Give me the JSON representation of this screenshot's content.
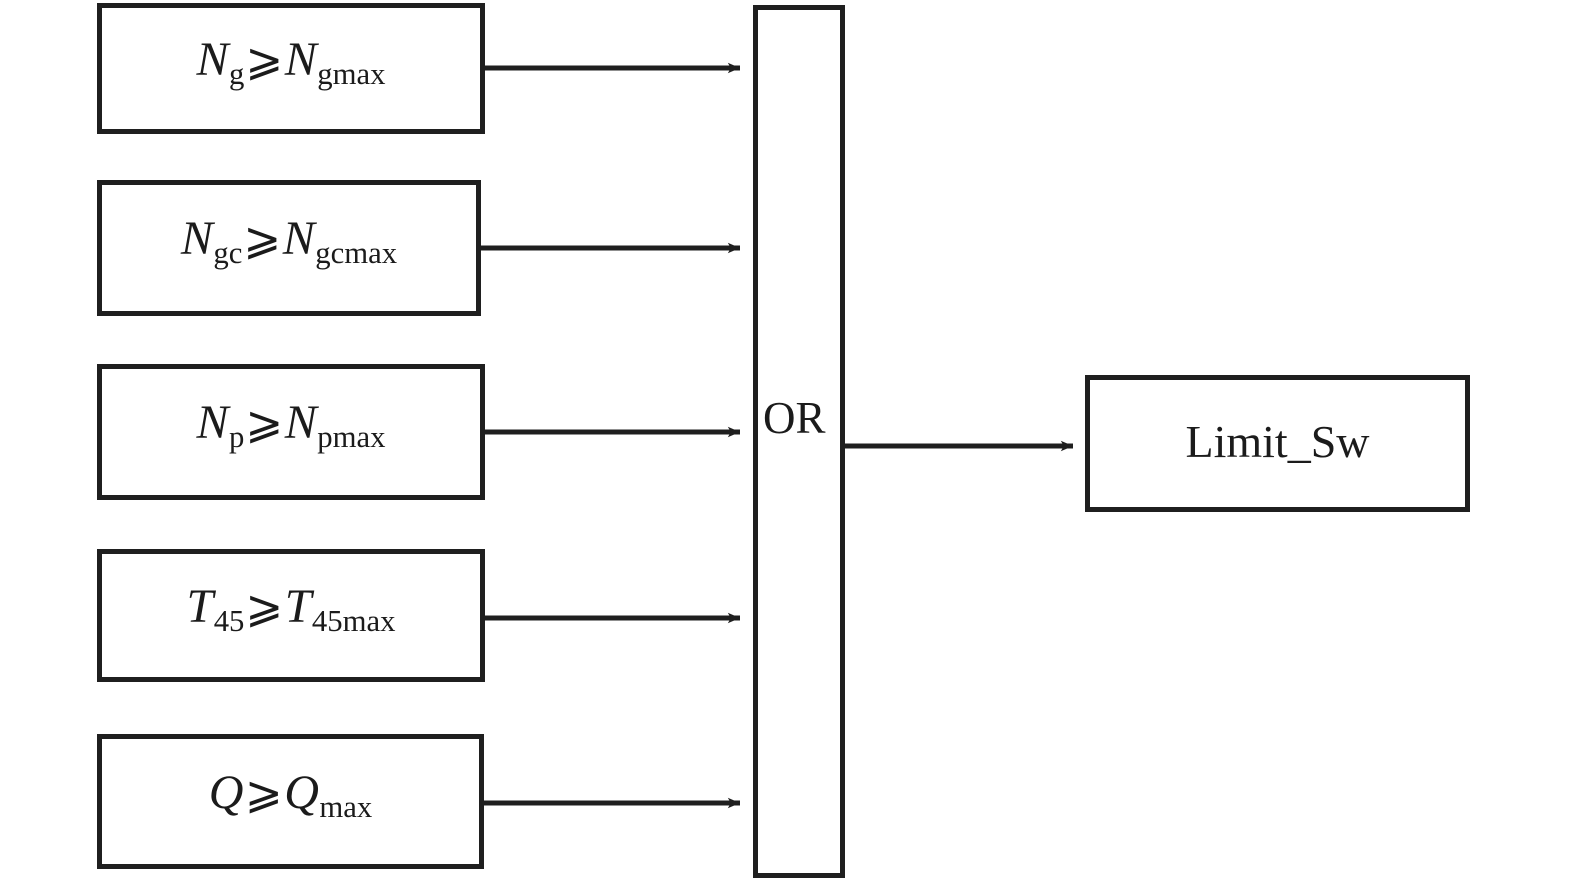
{
  "diagram": {
    "title": "Limit switch protection OR-logic block diagram",
    "background_color": "#ffffff",
    "line_color": "#1f1f1f",
    "conditions": [
      {
        "id": "ng",
        "lhs_var": "N",
        "lhs_sub": "g",
        "relation": "⩾",
        "rhs_var": "N",
        "rhs_sub": "gmax",
        "plain": "Ng ⩾ Ngmax"
      },
      {
        "id": "ngc",
        "lhs_var": "N",
        "lhs_sub": "gc",
        "relation": "⩾",
        "rhs_var": "N",
        "rhs_sub": "gcmax",
        "plain": "Ngc ⩾ Ngcmax"
      },
      {
        "id": "np",
        "lhs_var": "N",
        "lhs_sub": "p",
        "relation": "⩾",
        "rhs_var": "N",
        "rhs_sub": "pmax",
        "plain": "Np ⩾ Npmax"
      },
      {
        "id": "t45",
        "lhs_var": "T",
        "lhs_sub": "45",
        "relation": "⩾",
        "rhs_var": "T",
        "rhs_sub": "45max",
        "plain": "T45 ⩾ T45max"
      },
      {
        "id": "q",
        "lhs_var": "Q",
        "lhs_sub": "",
        "relation": "⩾",
        "rhs_var": "Q",
        "rhs_sub": "max",
        "plain": "Q ⩾ Qmax"
      }
    ],
    "gate": {
      "label": "OR",
      "type": "or-gate-bar"
    },
    "output": {
      "label": "Limit_Sw"
    },
    "arrows": {
      "count": 6,
      "style": "barbed-solid-head"
    }
  }
}
